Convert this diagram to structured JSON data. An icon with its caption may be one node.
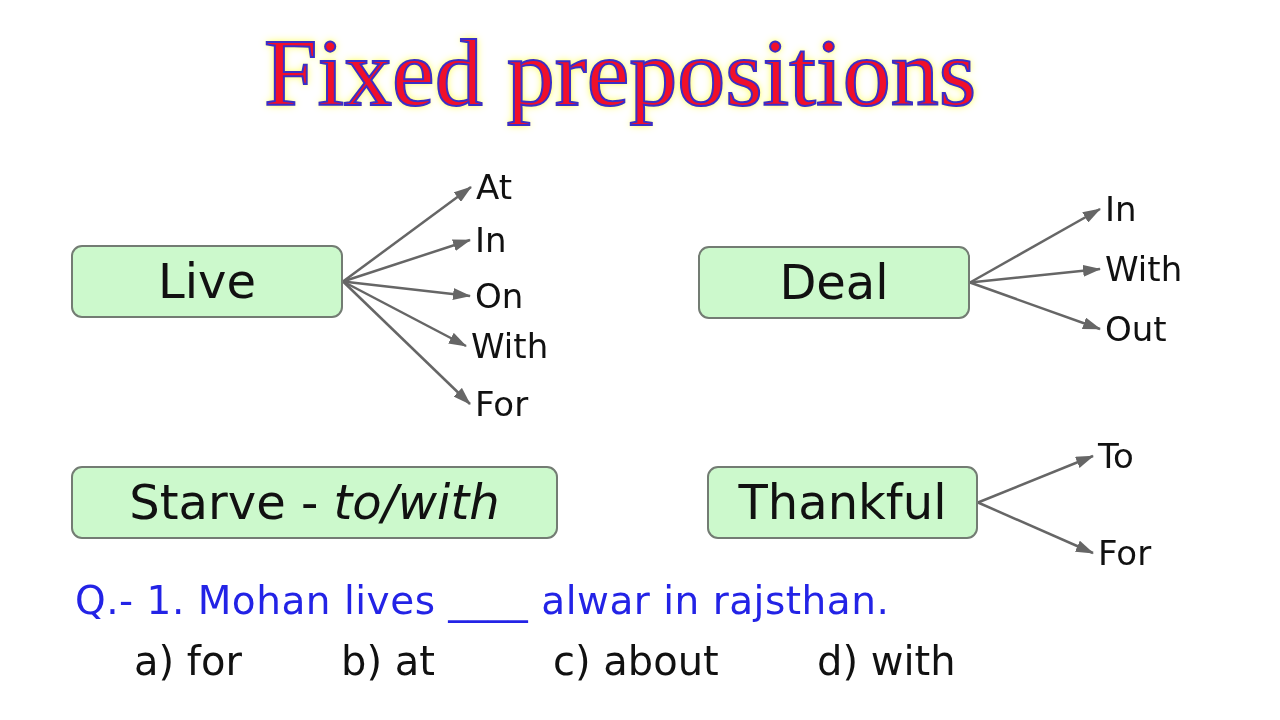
{
  "diagram": {
    "title": "Fixed prepositions",
    "nodes": [
      {
        "text": [
          "Live"
        ]
      },
      {
        "text": [
          "At"
        ]
      },
      {
        "text": [
          "In"
        ]
      },
      {
        "text": [
          "On"
        ]
      },
      {
        "text": [
          "With"
        ]
      },
      {
        "text": [
          "For"
        ]
      },
      {
        "text": [
          "Deal"
        ]
      },
      {
        "text": [
          "In"
        ]
      },
      {
        "text": [
          "With"
        ]
      },
      {
        "text": [
          "Out"
        ]
      },
      {
        "text": [
          "Starve - *to/with*"
        ]
      },
      {
        "text": [
          "Thankful"
        ]
      },
      {
        "text": [
          "To"
        ]
      },
      {
        "text": [
          "For"
        ]
      }
    ],
    "edges": [
      {
        "from": 0,
        "to": 1,
        "arrow": "to"
      },
      {
        "from": 0,
        "to": 2,
        "arrow": "to"
      },
      {
        "from": 0,
        "to": 3,
        "arrow": "to"
      },
      {
        "from": 0,
        "to": 4,
        "arrow": "to"
      },
      {
        "from": 0,
        "to": 5,
        "arrow": "to"
      },
      {
        "from": 6,
        "to": 7,
        "arrow": "to"
      },
      {
        "from": 6,
        "to": 8,
        "arrow": "to"
      },
      {
        "from": 6,
        "to": 9,
        "arrow": "to"
      },
      {
        "from": 11,
        "to": 12,
        "arrow": "to"
      },
      {
        "from": 11,
        "to": 13,
        "arrow": "to"
      }
    ],
    "labels": [
      "Q.- 1. Mohan lives ____ alwar in rajsthan.",
      "a) for",
      "b) at",
      "c) about",
      "d) with"
    ]
  }
}
